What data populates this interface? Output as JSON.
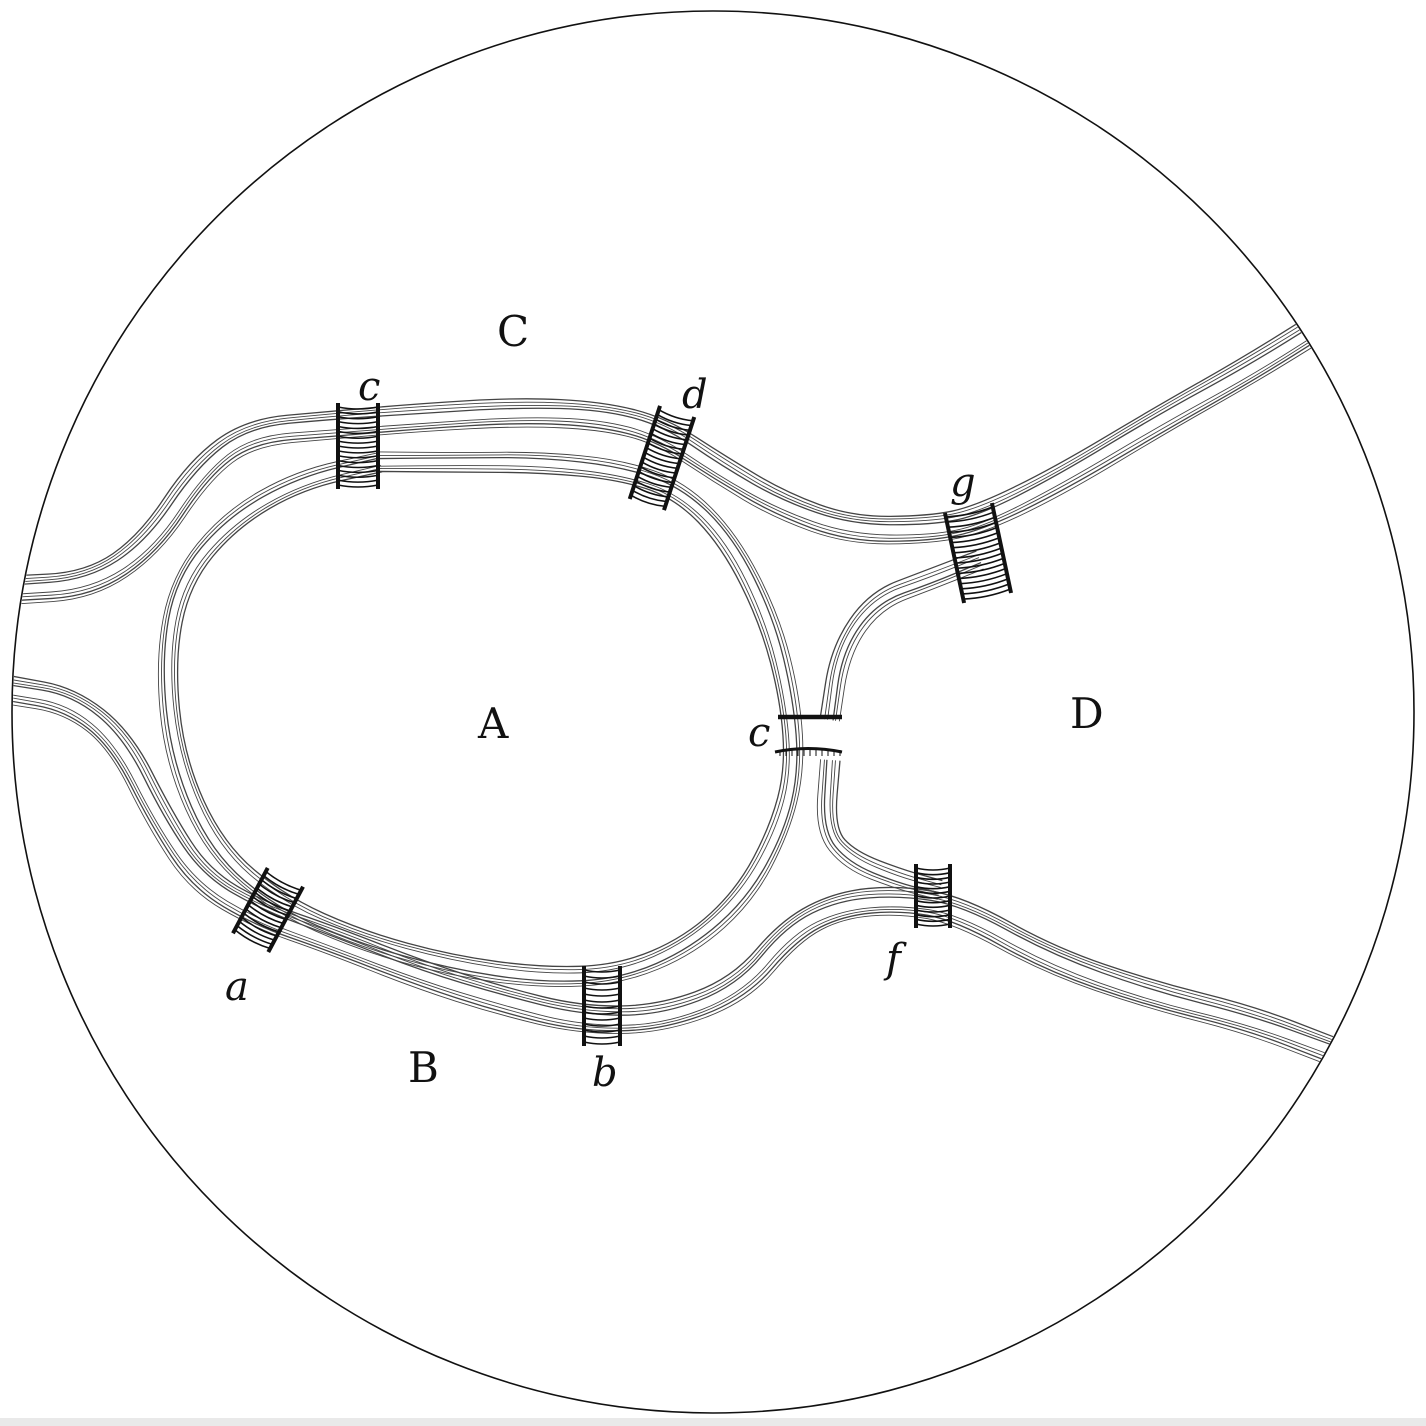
{
  "diagram": {
    "regions": {
      "A": "A",
      "B": "B",
      "C": "C",
      "D": "D"
    },
    "bridges": {
      "a": "a",
      "b": "b",
      "c_top": "c",
      "c_mid": "c",
      "d": "d",
      "f": "f",
      "g": "g"
    },
    "colors": {
      "ink": "#111111",
      "river_line": "#444444",
      "background": "#ffffff"
    }
  }
}
